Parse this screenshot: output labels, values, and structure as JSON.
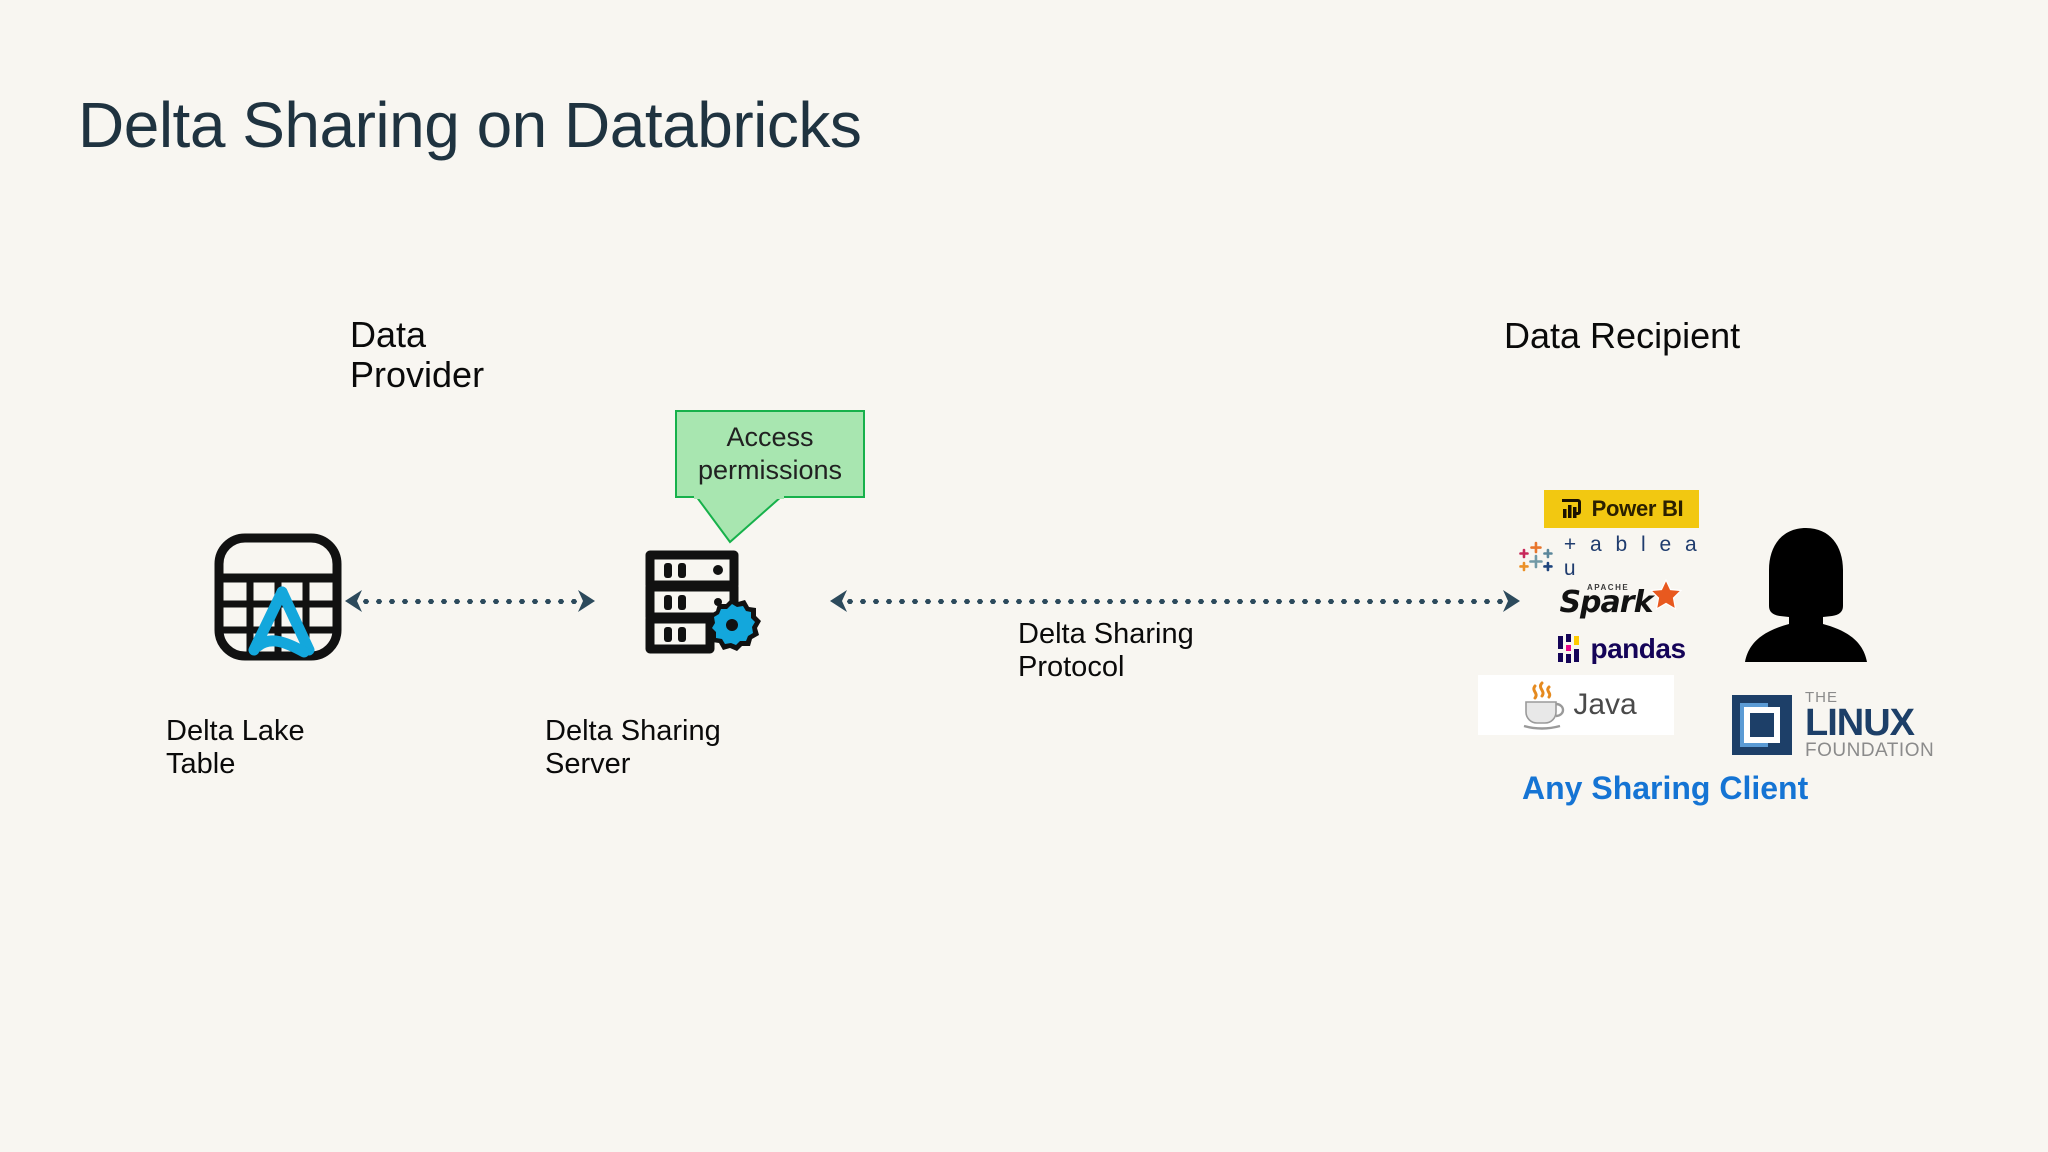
{
  "slide": {
    "title": "Delta Sharing on Databricks",
    "background_color": "#f8f6f1",
    "title_color": "#1f3340"
  },
  "headings": {
    "provider": "Data\nProvider",
    "recipient": "Data Recipient"
  },
  "callout": {
    "text": "Access\npermissions",
    "fill_color": "#a8e6b0",
    "border_color": "#17b14b"
  },
  "nodes": [
    {
      "id": "delta-lake-table",
      "icon": "table-grid-icon",
      "caption": "Delta Lake\nTable",
      "accent_color": "#13a7dc"
    },
    {
      "id": "delta-sharing-server",
      "icon": "server-rack-gear-icon",
      "caption": "Delta Sharing\nServer",
      "accent_color": "#13a7dc"
    }
  ],
  "connectors": [
    {
      "id": "table-to-server",
      "style": "dotted-double-arrow",
      "color": "#2c4a5c",
      "label": ""
    },
    {
      "id": "server-to-recipient",
      "style": "dotted-double-arrow",
      "color": "#2c4a5c",
      "label": "Delta Sharing\nProtocol"
    }
  ],
  "clients": {
    "caption": "Any Sharing Client",
    "caption_color": "#1574d4",
    "logos": [
      {
        "name": "Power BI",
        "icon": "powerbi-icon",
        "text": "Power BI",
        "bg": "#f2c811"
      },
      {
        "name": "Tableau",
        "icon": "tableau-icon",
        "text": "+ a b l e a u",
        "bg": ""
      },
      {
        "name": "Apache Spark",
        "icon": "spark-star-icon",
        "text": "Spark",
        "sub": "APACHE",
        "bg": ""
      },
      {
        "name": "pandas",
        "icon": "pandas-icon",
        "text": "pandas",
        "bg": ""
      },
      {
        "name": "Java",
        "icon": "java-coffee-icon",
        "text": "Java",
        "bg": "#ffffff"
      }
    ]
  },
  "recipient_avatar": {
    "icon": "person-silhouette-icon",
    "color": "#000000"
  },
  "linux_foundation": {
    "icon": "linux-foundation-mark-icon",
    "line1": "THE",
    "line2": "LINUX",
    "line3": "FOUNDATION",
    "color": "#1d3f68"
  }
}
